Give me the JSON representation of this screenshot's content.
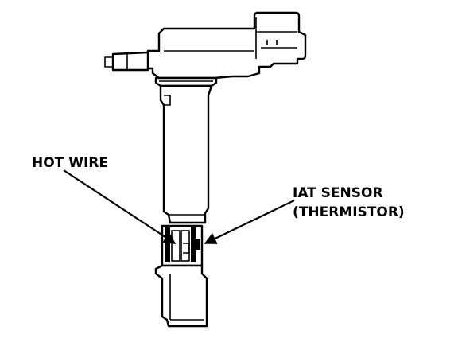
{
  "labels": {
    "hot_wire": "HOT WIRE",
    "iat_sensor_line1": "IAT SENSOR",
    "iat_sensor_line2": "(THERMISTOR)"
  }
}
